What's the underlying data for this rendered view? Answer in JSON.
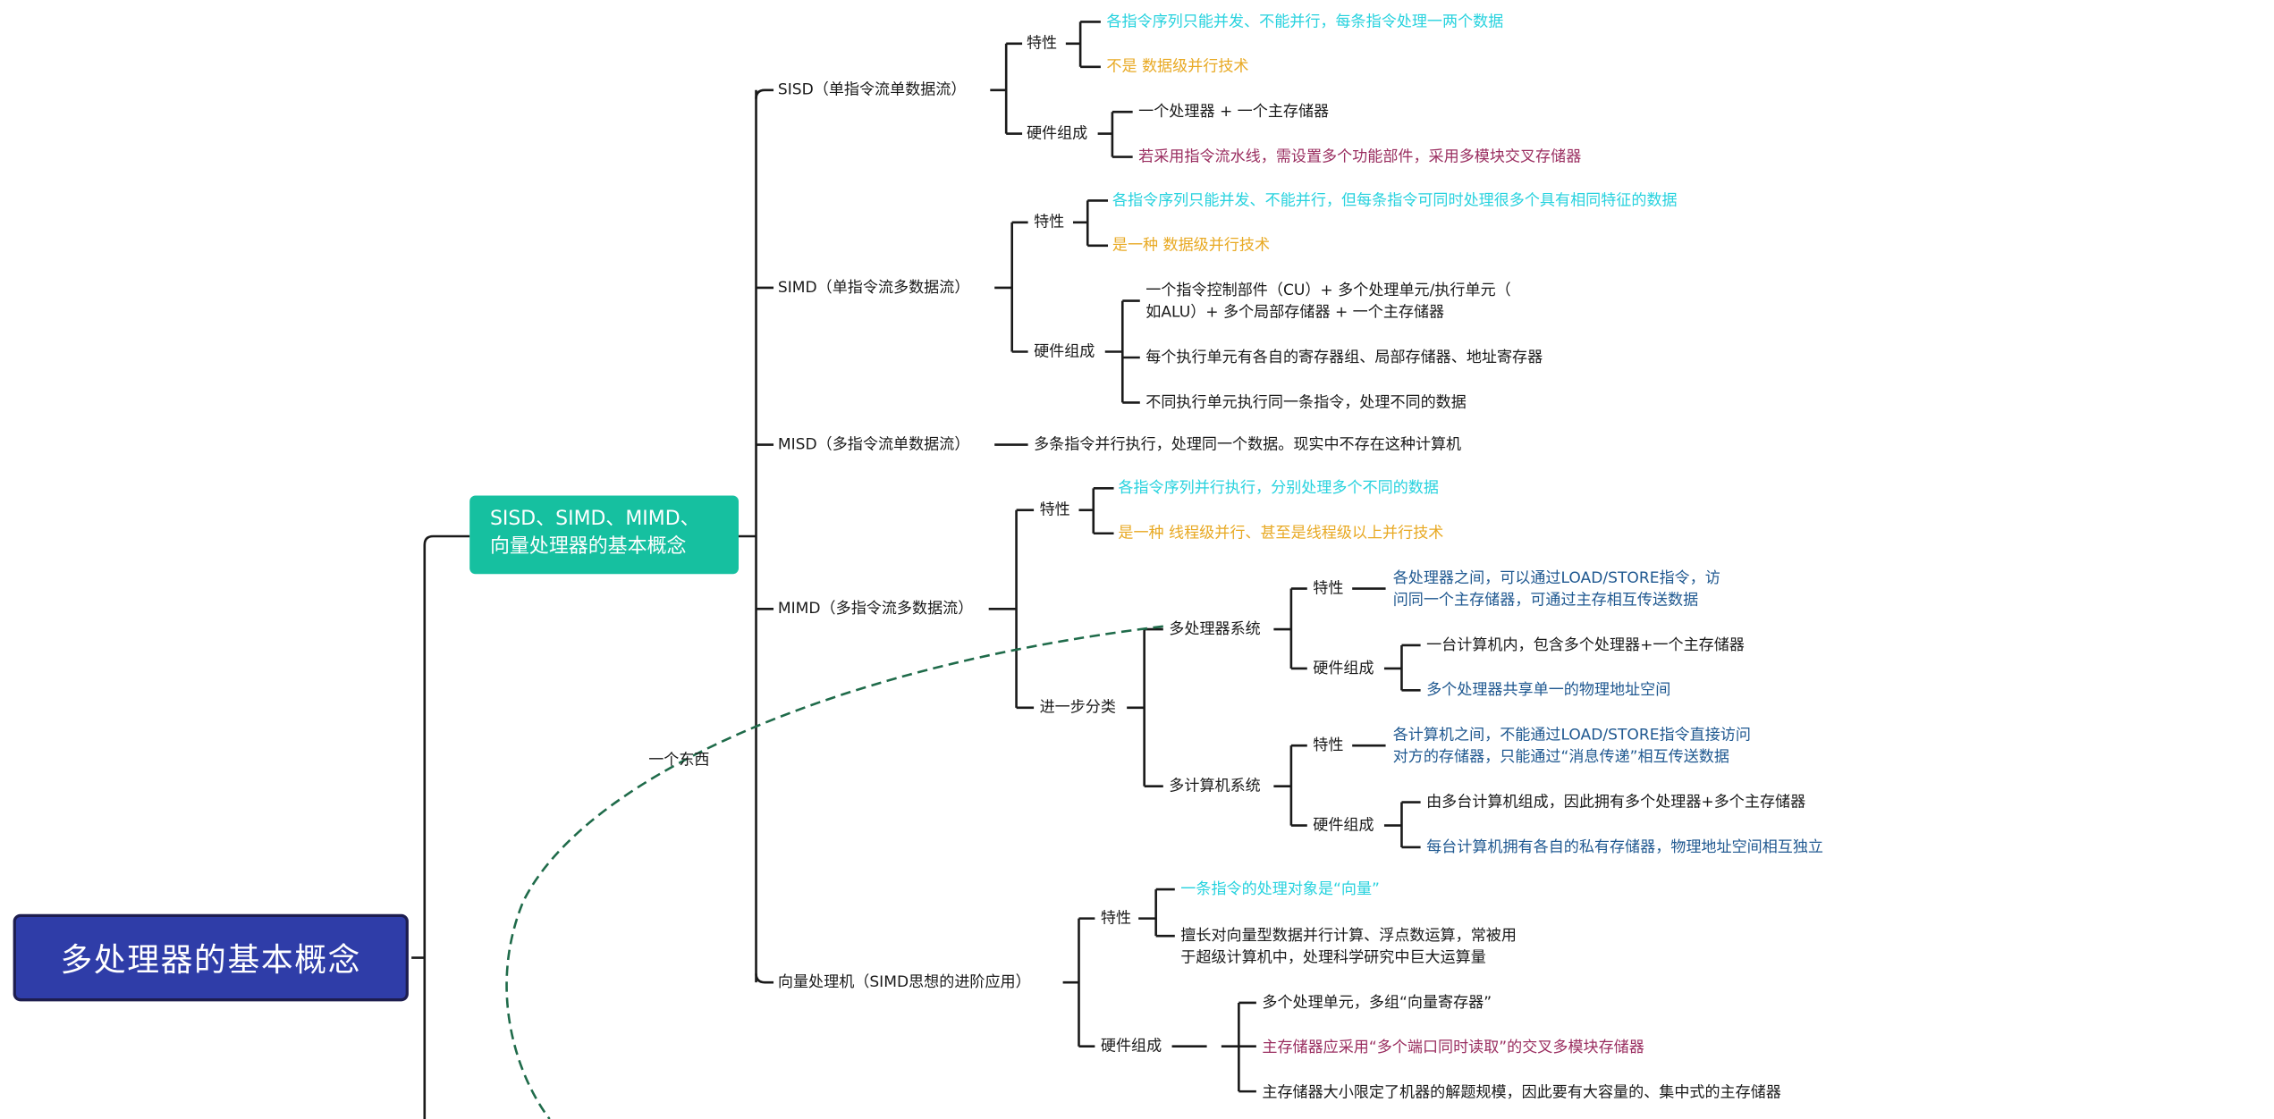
{
  "root": {
    "title": "多处理器的基本概念"
  },
  "blurred_header": "",
  "topic": {
    "line1": "SISD、SIMD、MIMD、",
    "line2": "向量处理器的基本概念"
  },
  "relation_label": "一个东西",
  "sisd": {
    "title": "SISD（单指令流单数据流）",
    "feature": "特性",
    "f1": "各指令序列只能并发、不能并行，每条指令处理一两个数据",
    "f2": "不是 数据级并行技术",
    "hw": "硬件组成",
    "h1": "一个处理器 + 一个主存储器",
    "h2": "若采用指令流水线，需设置多个功能部件，采用多模块交叉存储器"
  },
  "simd": {
    "title": "SIMD（单指令流多数据流）",
    "feature": "特性",
    "f1": "各指令序列只能并发、不能并行，但每条指令可同时处理很多个具有相同特征的数据",
    "f2": "是一种 数据级并行技术",
    "hw": "硬件组成",
    "h1a": "一个指令控制部件（CU）+ 多个处理单元/执行单元（",
    "h1b": "如ALU）+ 多个局部存储器 + 一个主存储器",
    "h2": "每个执行单元有各自的寄存器组、局部存储器、地址寄存器",
    "h3": "不同执行单元执行同一条指令，处理不同的数据"
  },
  "misd": {
    "title": "MISD（多指令流单数据流）",
    "desc": "多条指令并行执行，处理同一个数据。现实中不存在这种计算机"
  },
  "mimd": {
    "title": "MIMD（多指令流多数据流）",
    "feature": "特性",
    "f1": "各指令序列并行执行，分别处理多个不同的数据",
    "f2": "是一种 线程级并行、甚至是线程级以上并行技术",
    "further": "进一步分类",
    "multiproc": {
      "title": "多处理器系统",
      "feature": "特性",
      "f1a": "各处理器之间，可以通过LOAD/STORE指令，访",
      "f1b": "问同一个主存储器，可通过主存相互传送数据",
      "hw": "硬件组成",
      "h1": "一台计算机内，包含多个处理器+一个主存储器",
      "h2": "多个处理器共享单一的物理地址空间"
    },
    "multicomp": {
      "title": "多计算机系统",
      "feature": "特性",
      "f1a": "各计算机之间，不能通过LOAD/STORE指令直接访问",
      "f1b": "对方的存储器，只能通过“消息传递”相互传送数据",
      "hw": "硬件组成",
      "h1": "由多台计算机组成，因此拥有多个处理器+多个主存储器",
      "h2": "每台计算机拥有各自的私有存储器，物理地址空间相互独立"
    }
  },
  "vector": {
    "title": "向量处理机（SIMD思想的进阶应用）",
    "feature": "特性",
    "f1": "一条指令的处理对象是“向量”",
    "f2a": "擅长对向量型数据并行计算、浮点数运算，常被用",
    "f2b": "于超级计算机中，处理科学研究中巨大运算量",
    "hw": "硬件组成",
    "h1": "多个处理单元，多组“向量寄存器”",
    "h2": "主存储器应采用“多个端口同时读取”的交叉多模块存储器",
    "h3": "主存储器大小限定了机器的解题规模，因此要有大容量的、集中式的主存储器"
  },
  "colors": {
    "root": "#2f3da8",
    "topic": "#16c0a0",
    "cyan_text": "#27d2de",
    "orange_text": "#e8a923",
    "purple_text": "#9a2e60",
    "blue_text": "#1f5890",
    "dashed_link": "#1f6b4a"
  }
}
